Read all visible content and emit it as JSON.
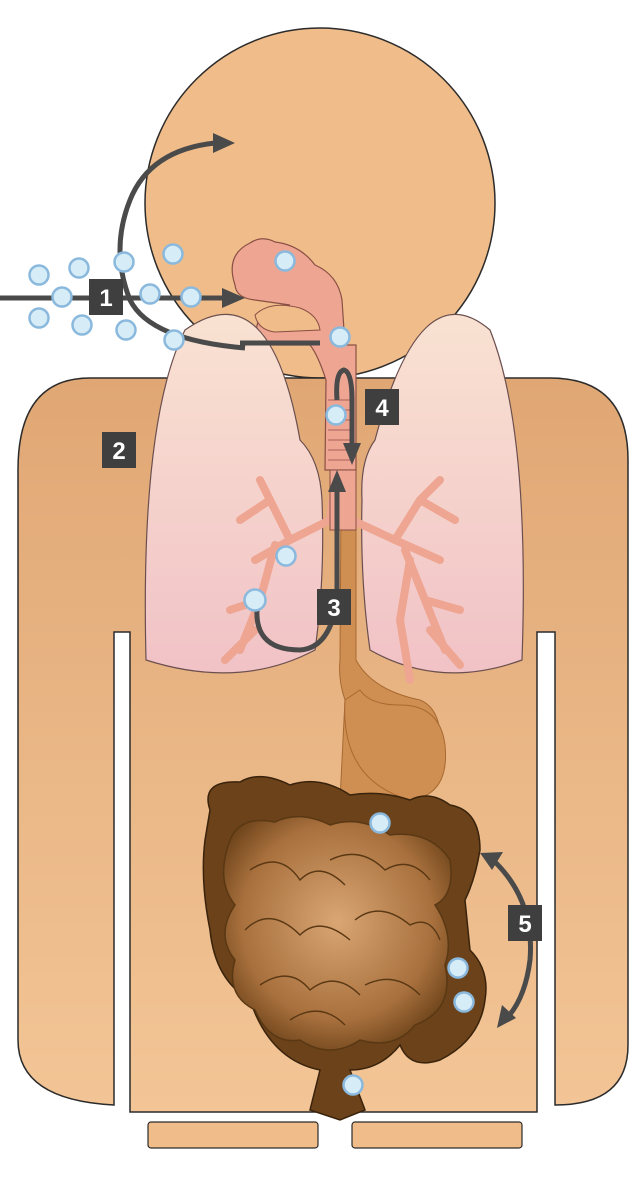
{
  "steps": {
    "step1": "1",
    "step2": "2",
    "step3": "3",
    "step4": "4",
    "step5": "5"
  },
  "colors": {
    "skin": "#f0bd8a",
    "skin_dark": "#e2a86f",
    "outline": "#2b2b2b",
    "airway": "#eea592",
    "lung": "#f6d3d0",
    "gut_light": "#c89463",
    "gut_dark": "#6b4219",
    "esophagus": "#cf8f52",
    "arrow": "#4a4a4a",
    "badge": "#3f3f3f",
    "particle_fill": "#d6ecf7",
    "particle_stroke": "#8ab9dd"
  },
  "icons": {
    "particle": "particle-icon",
    "arrow": "arrow-icon"
  }
}
